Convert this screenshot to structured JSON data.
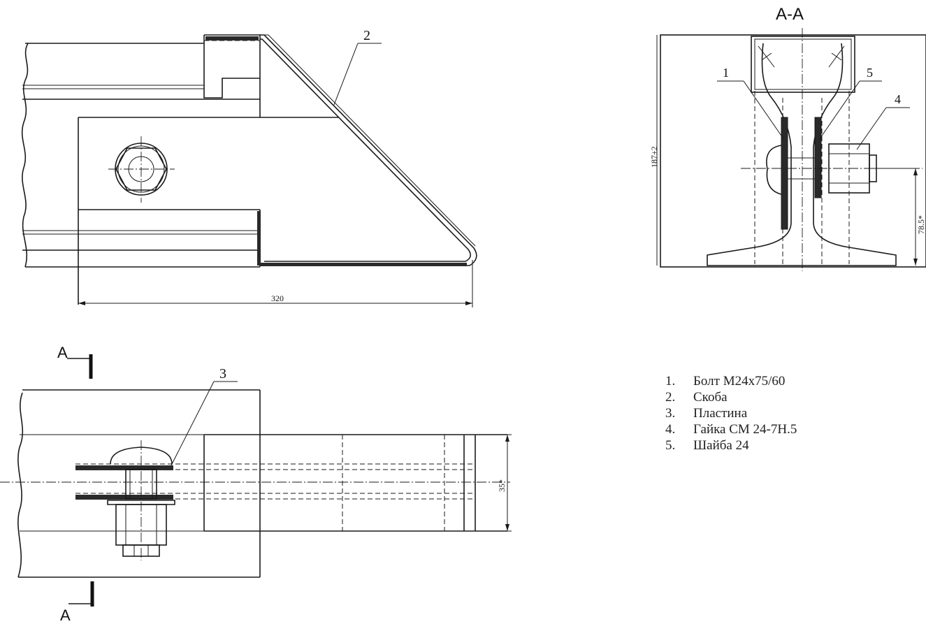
{
  "drawing": {
    "section_title": "А-А",
    "section_marks": [
      "А",
      "А"
    ],
    "callouts": [
      "1",
      "2",
      "3",
      "4",
      "5"
    ],
    "dimensions": {
      "length": "320",
      "height": "187±2",
      "offset": "78.5*",
      "width": "35*"
    }
  },
  "parts": [
    {
      "num": "1.",
      "name": "Болт М24х75/60"
    },
    {
      "num": "2.",
      "name": "Скоба"
    },
    {
      "num": "3.",
      "name": "Пластина"
    },
    {
      "num": "4.",
      "name": "Гайка СМ 24-7Н.5"
    },
    {
      "num": "5.",
      "name": "Шайба 24"
    }
  ]
}
